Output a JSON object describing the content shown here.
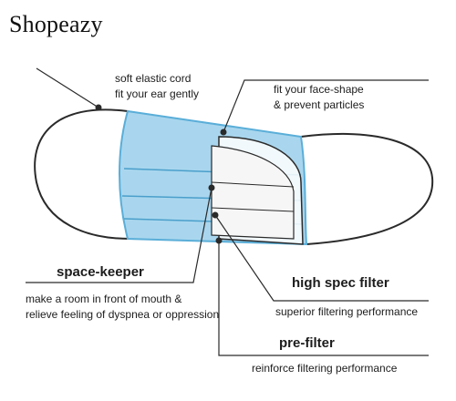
{
  "brand": {
    "name": "Shopeazy"
  },
  "labels": {
    "elastic_cord": {
      "line1": "soft elastic cord",
      "line2": "fit your ear gently"
    },
    "face_shape": {
      "line1": "fit your face-shape",
      "line2": "& prevent particles"
    },
    "space_keeper": {
      "title": "space-keeper",
      "line1": "make a room in front of mouth &",
      "line2": "relieve feeling of dyspnea or oppression"
    },
    "high_spec_filter": {
      "title": "high spec filter",
      "desc": "superior filtering performance"
    },
    "pre_filter": {
      "title": "pre-filter",
      "desc": "reinforce filtering performance"
    }
  },
  "colors": {
    "mask_blue": "#a9d6ee",
    "mask_edge": "#5aaed8",
    "line": "#2a2a2a"
  }
}
